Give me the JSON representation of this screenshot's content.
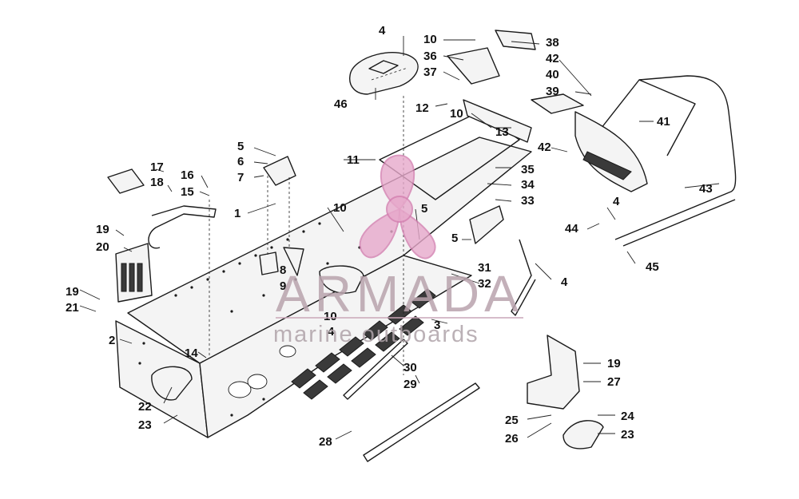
{
  "callouts": [
    "1",
    "2",
    "3",
    "4",
    "5",
    "6",
    "7",
    "8",
    "9",
    "10",
    "11",
    "12",
    "13",
    "14",
    "15",
    "16",
    "17",
    "18",
    "19",
    "20",
    "21",
    "22",
    "23",
    "24",
    "25",
    "26",
    "27",
    "28",
    "29",
    "30",
    "31",
    "32",
    "33",
    "34",
    "35",
    "36",
    "37",
    "38",
    "39",
    "40",
    "41",
    "42",
    "43",
    "44",
    "45",
    "46"
  ],
  "watermark": {
    "brand": "ARMADA",
    "tagline": "marine outboards"
  },
  "colors": {
    "line": "#1a1a1a",
    "watermark_logo": "#e7a9cb",
    "watermark_text": "#b9a3ad"
  }
}
